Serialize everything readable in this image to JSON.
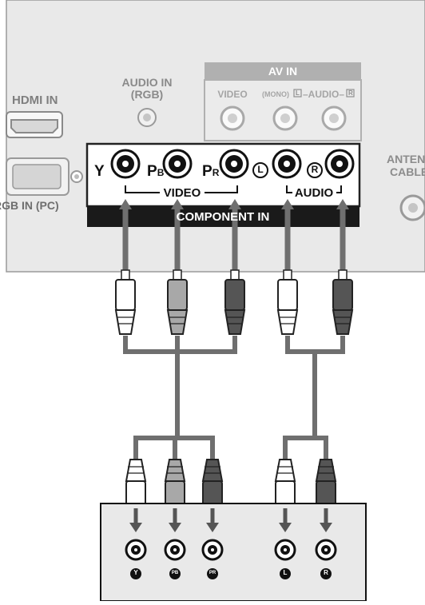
{
  "tv_panel": {
    "hdmi_label": "HDMI IN",
    "audio_in_rgb_line1": "AUDIO IN",
    "audio_in_rgb_line2": "(RGB)",
    "rgb_in_pc_label": "RGB IN (PC)",
    "antenna_line1": "ANTENNA",
    "antenna_line2": "CABLE"
  },
  "av_in": {
    "title": "AV IN",
    "video_label": "VIDEO",
    "mono_label": "(MONO)",
    "left_badge": "L",
    "audio_label": "–AUDIO–",
    "right_badge": "R"
  },
  "component_in": {
    "y_label": "Y",
    "pb_main": "P",
    "pb_sub": "B",
    "pr_main": "P",
    "pr_sub": "R",
    "l_badge": "L",
    "r_badge": "R",
    "video_group_label": "VIDEO",
    "audio_group_label": "AUDIO",
    "bar_title": "COMPONENT IN"
  },
  "source_device": {
    "jack_labels": [
      "Y",
      "PB",
      "PR",
      "L",
      "R"
    ]
  },
  "colors": {
    "panel_bg": "#e9e9e9",
    "component_bar": "#1a1a1a",
    "av_header": "#b0b0b0",
    "cable": "#6f6f6f",
    "plug_white": "#ffffff",
    "plug_grey": "#a8a8a8",
    "plug_dark": "#555555"
  }
}
